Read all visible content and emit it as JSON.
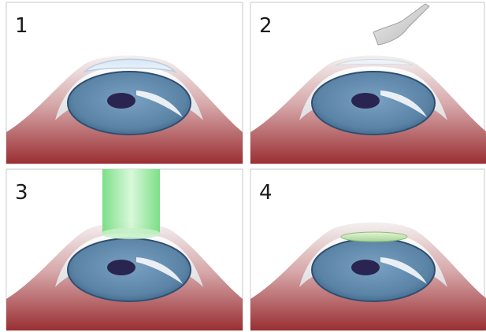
{
  "panels": [
    {
      "number": "1",
      "step": "cornea-intact"
    },
    {
      "number": "2",
      "step": "epithelium-removed-with-spatula"
    },
    {
      "number": "3",
      "step": "laser-applied"
    },
    {
      "number": "4",
      "step": "protective-lens-placed"
    }
  ],
  "colors": {
    "background": "#ffffff",
    "panel_border": "#c9c9c9",
    "iris": "#5d86a8",
    "pupil": "#2a2550",
    "skin_dark": "#9a2f33",
    "skin_light": "#efe6e6",
    "laser": "#7ee889",
    "lens": "#c8e6b4",
    "tool": "#d4d4d4"
  }
}
